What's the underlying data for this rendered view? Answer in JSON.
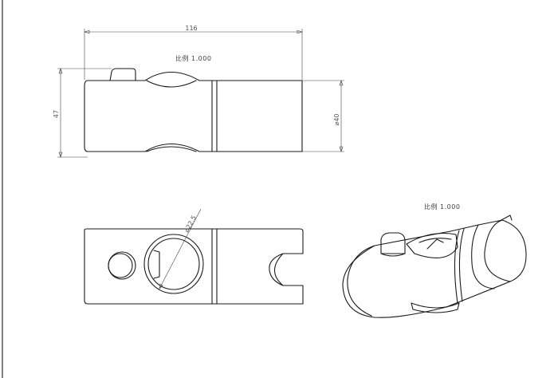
{
  "dimensions": {
    "width": "116",
    "height": "47",
    "diameter": "⌀40",
    "bore": "⌀22.5"
  },
  "scale_labels": {
    "front_view": "比例   1.000",
    "iso_view": "比例   1.000"
  }
}
